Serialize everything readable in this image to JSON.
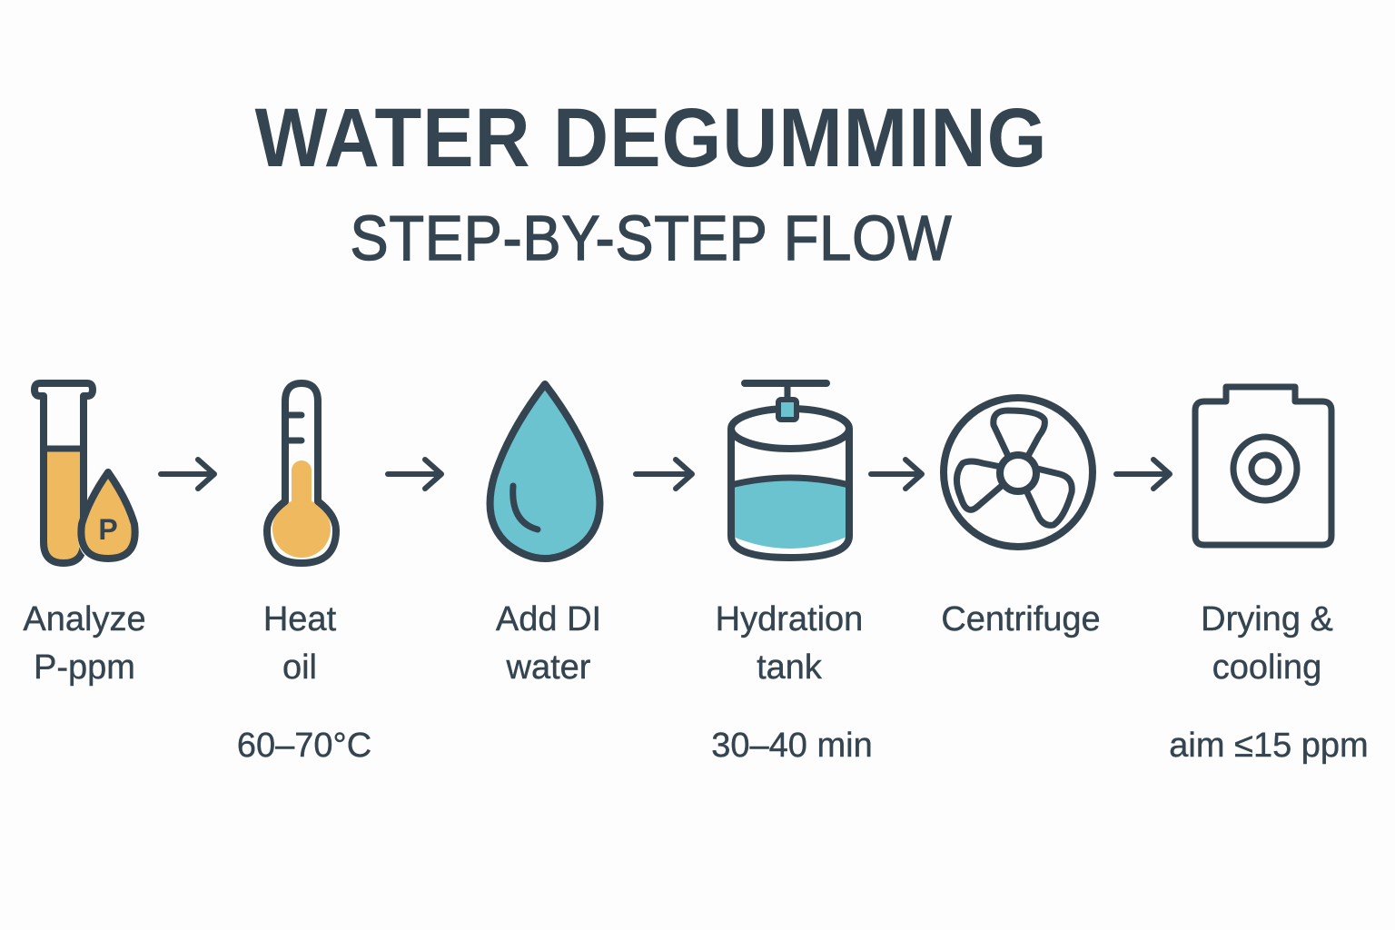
{
  "header": {
    "title": "WATER DEGUMMING",
    "subtitle": "STEP-BY-STEP FLOW"
  },
  "colors": {
    "ink": "#344450",
    "oil_yellow": "#efb95f",
    "water_blue": "#6bc3d0",
    "background": "#fdfdfd"
  },
  "steps": [
    {
      "icon": "test-tube-phosphorus-icon",
      "label_line1": "Analyze",
      "label_line2": "P-ppm",
      "value": ""
    },
    {
      "icon": "thermometer-icon",
      "label_line1": "Heat",
      "label_line2": "oil",
      "value": "60–70°C"
    },
    {
      "icon": "water-drop-icon",
      "label_line1": "Add DI",
      "label_line2": "water",
      "value": ""
    },
    {
      "icon": "hydration-tank-icon",
      "label_line1": "Hydration",
      "label_line2": "tank",
      "value": "30–40 min"
    },
    {
      "icon": "centrifuge-fan-icon",
      "label_line1": "Centrifuge",
      "label_line2": "",
      "value": ""
    },
    {
      "icon": "dryer-icon",
      "label_line1": "Drying &",
      "label_line2": "cooling",
      "value": "aim ≤15 ppm"
    }
  ],
  "test_tube_badge": "P",
  "arrows": [
    "arrow-right-icon",
    "arrow-right-icon",
    "arrow-right-icon",
    "arrow-right-icon",
    "arrow-right-icon"
  ]
}
